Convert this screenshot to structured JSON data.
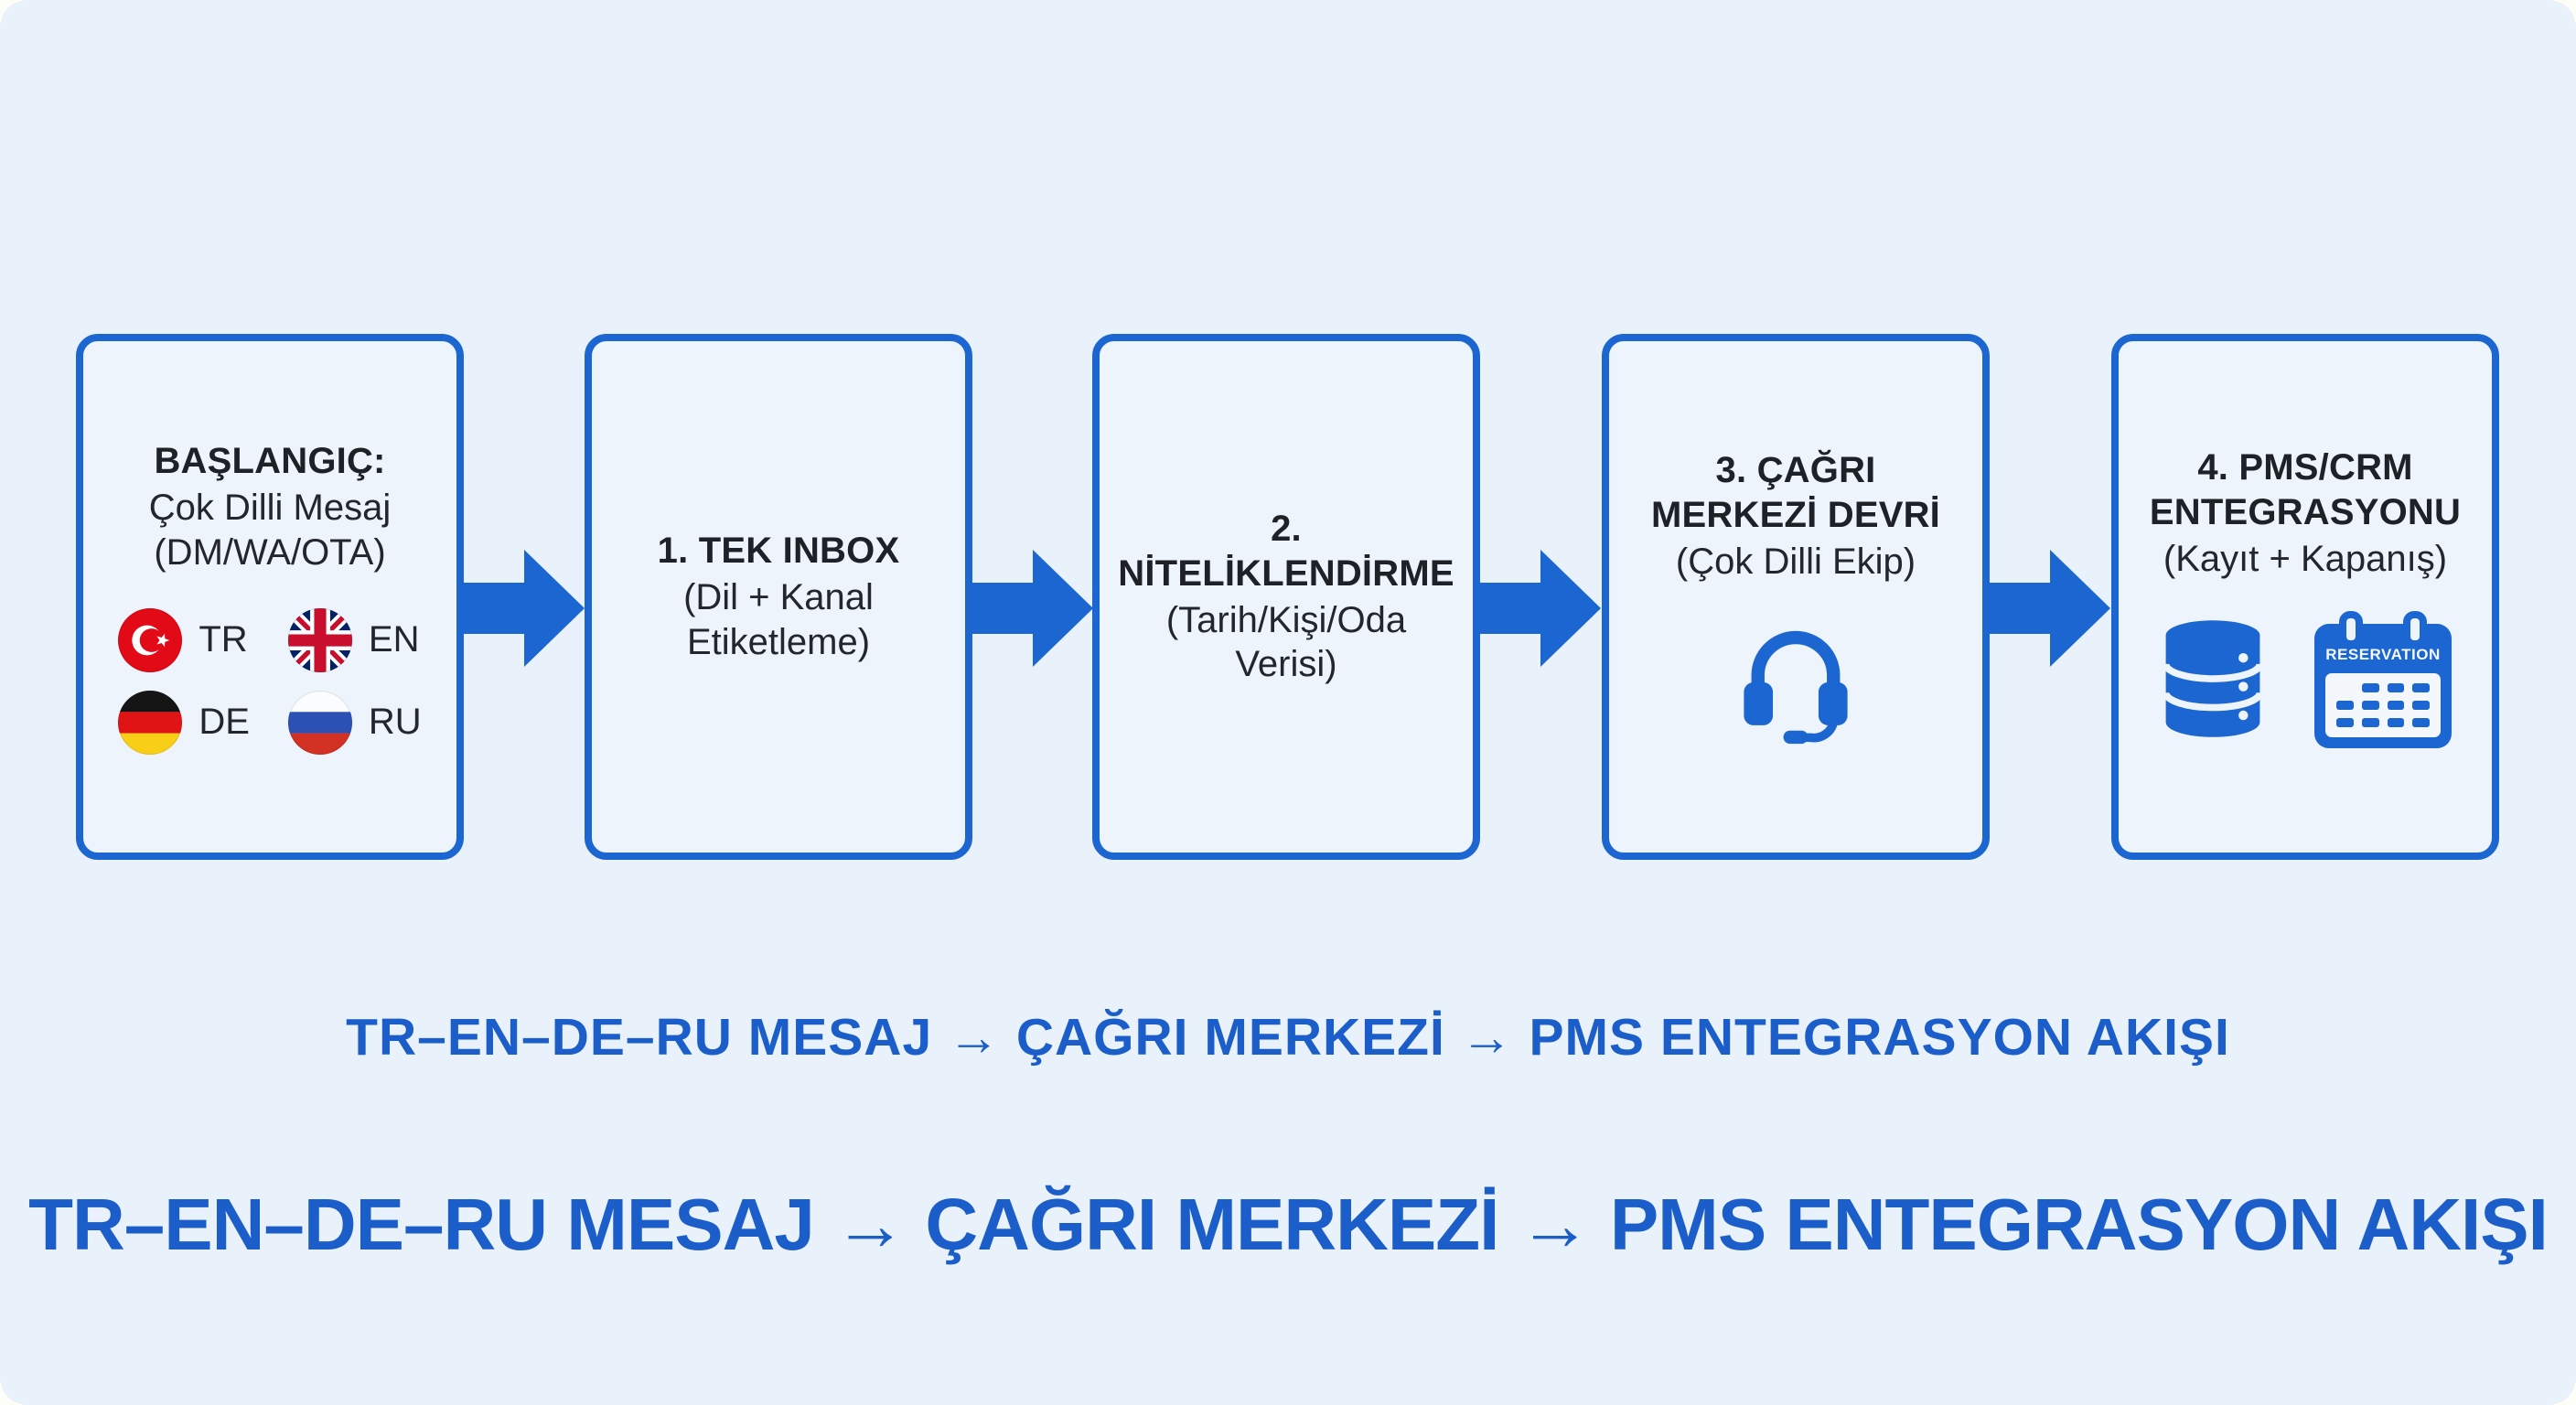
{
  "page": {
    "background": "#e9f1fa",
    "box_fill": "#edf4fc",
    "accent_blue": "#1b66d0",
    "caption_blue": "#1c5ec9",
    "text_dark": "#1e2125"
  },
  "flow": {
    "steps": [
      {
        "id": "start",
        "title": "BAŞLANGIÇ:",
        "subtitle": "Çok Dilli Mesaj\n(DM/WA/OTA)",
        "flags": [
          {
            "code": "TR",
            "icon": "turkey-flag-icon"
          },
          {
            "code": "EN",
            "icon": "uk-flag-icon"
          },
          {
            "code": "DE",
            "icon": "germany-flag-icon"
          },
          {
            "code": "RU",
            "icon": "russia-flag-icon"
          }
        ]
      },
      {
        "id": "single-inbox",
        "title": "1. TEK INBOX",
        "subtitle": "(Dil + Kanal\nEtiketleme)"
      },
      {
        "id": "qualification",
        "title": "2.\nNİTELİKLENDİRME",
        "subtitle": "(Tarih/Kişi/Oda\nVerisi)"
      },
      {
        "id": "call-center-handover",
        "title": "3. ÇAĞRI\nMERKEZİ DEVRİ",
        "subtitle": "(Çok Dilli Ekip)",
        "icon": "headset-icon"
      },
      {
        "id": "pms-crm-integration",
        "title": "4. PMS/CRM\nENTEGRASYONU",
        "subtitle": "(Kayıt + Kapanış)",
        "icons": [
          "database-icon",
          "reservation-calendar-icon"
        ],
        "calendar_label": "RESERVATION"
      }
    ],
    "arrow_icon": "flow-arrow-icon"
  },
  "captions": {
    "line1": "TR–EN–DE–RU MESAJ → ÇAĞRI MERKEZİ → PMS ENTEGRASYON AKIŞI",
    "line2": "TR–EN–DE–RU MESAJ → ÇAĞRI MERKEZİ → PMS ENTEGRASYON AKIŞI"
  }
}
